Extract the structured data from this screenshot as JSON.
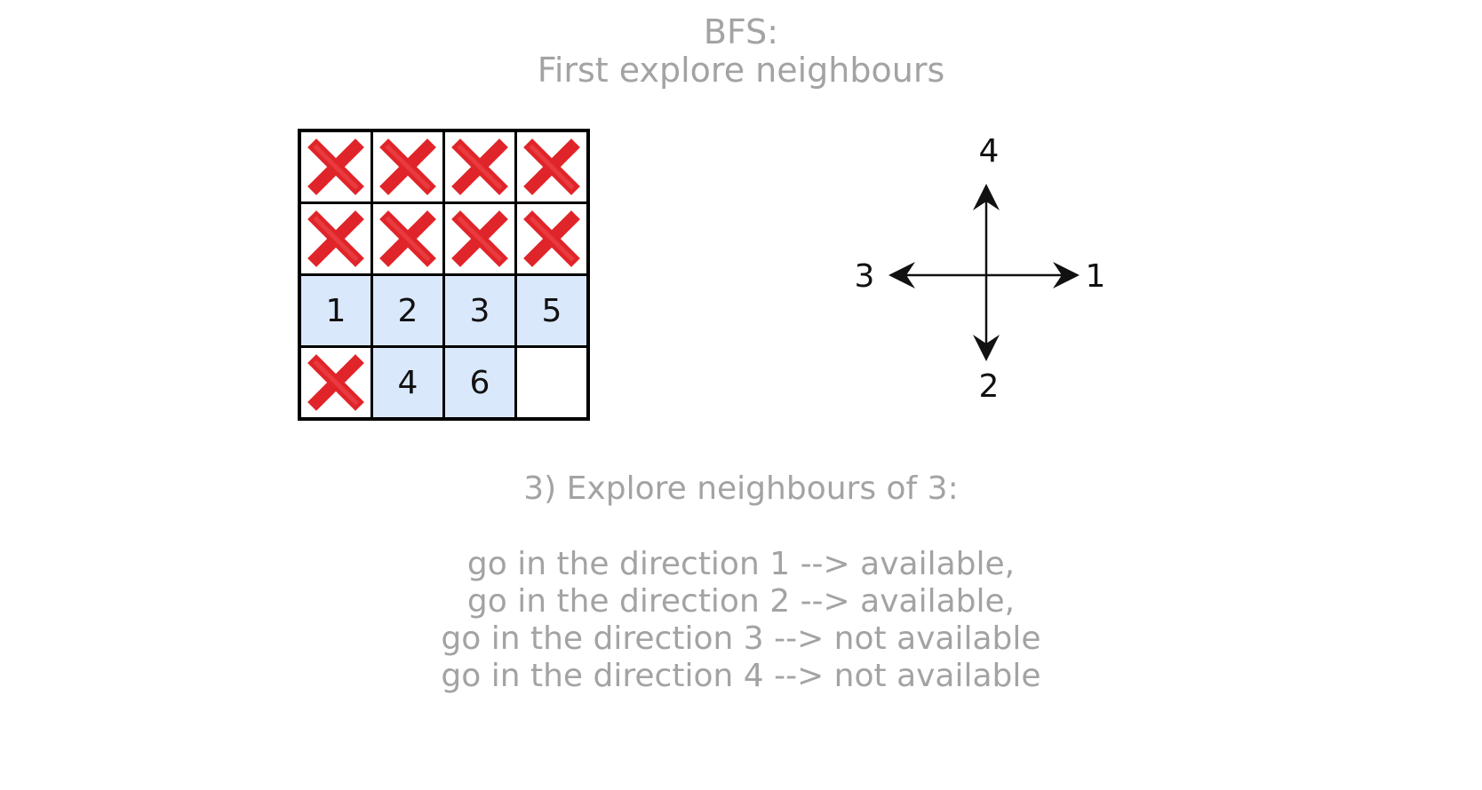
{
  "title": {
    "line1": "BFS:",
    "line2": "First explore neighbours"
  },
  "grid": {
    "rows": [
      [
        {
          "type": "blocked"
        },
        {
          "type": "blocked"
        },
        {
          "type": "blocked"
        },
        {
          "type": "blocked"
        }
      ],
      [
        {
          "type": "blocked"
        },
        {
          "type": "blocked"
        },
        {
          "type": "blocked"
        },
        {
          "type": "blocked"
        }
      ],
      [
        {
          "type": "visited",
          "label": "1"
        },
        {
          "type": "visited",
          "label": "2"
        },
        {
          "type": "visited",
          "label": "3"
        },
        {
          "type": "visited",
          "label": "5"
        }
      ],
      [
        {
          "type": "blocked"
        },
        {
          "type": "visited",
          "label": "4"
        },
        {
          "type": "visited",
          "label": "6"
        },
        {
          "type": "empty"
        }
      ]
    ],
    "colors": {
      "visited": "#dae8fc",
      "cross": "#e0252a"
    }
  },
  "compass": {
    "up": "4",
    "down": "2",
    "left": "3",
    "right": "1"
  },
  "step": {
    "heading": "3) Explore neighbours of 3:",
    "lines": [
      "go in the direction 1 --> available,",
      "go in the direction 2 --> available,",
      "go in the direction 3 --> not available",
      "go in the direction 4 --> not available"
    ]
  }
}
